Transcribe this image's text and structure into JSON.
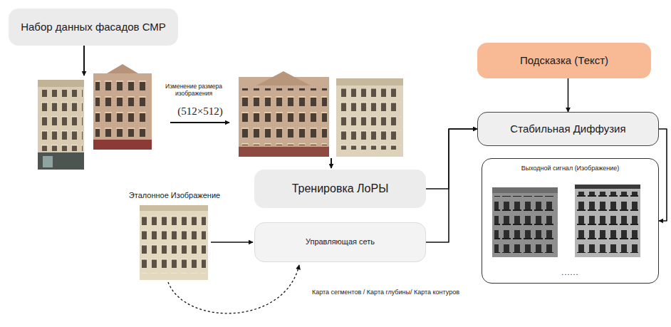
{
  "diagram": {
    "nodes": [
      {
        "text": [
          "Набор данных фасадов СМР"
        ]
      },
      {
        "text": [
          "Подсказка (Текст)"
        ]
      },
      {
        "text": [
          "Стабильная Диффузия"
        ]
      },
      {
        "text": [
          "Выходной сигнал (Изображение)",
          "......"
        ]
      },
      {
        "text": [
          "Тренировка ЛоРЫ"
        ]
      },
      {
        "text": [
          "Управляющая сеть"
        ]
      }
    ],
    "edges": [
      {
        "from": 1,
        "to": 2,
        "arrow": "to"
      },
      {
        "from": 4,
        "to": 2,
        "arrow": "to"
      },
      {
        "from": 5,
        "to": 2,
        "arrow": "to"
      },
      {
        "from": 2,
        "to": 3,
        "arrow": "to"
      }
    ],
    "labels": [
      "Изменение размера изображения",
      "(512×512)",
      "Эталонное Изображение",
      "Карта сегментов / Карта глубины/ Карта контуров"
    ]
  }
}
